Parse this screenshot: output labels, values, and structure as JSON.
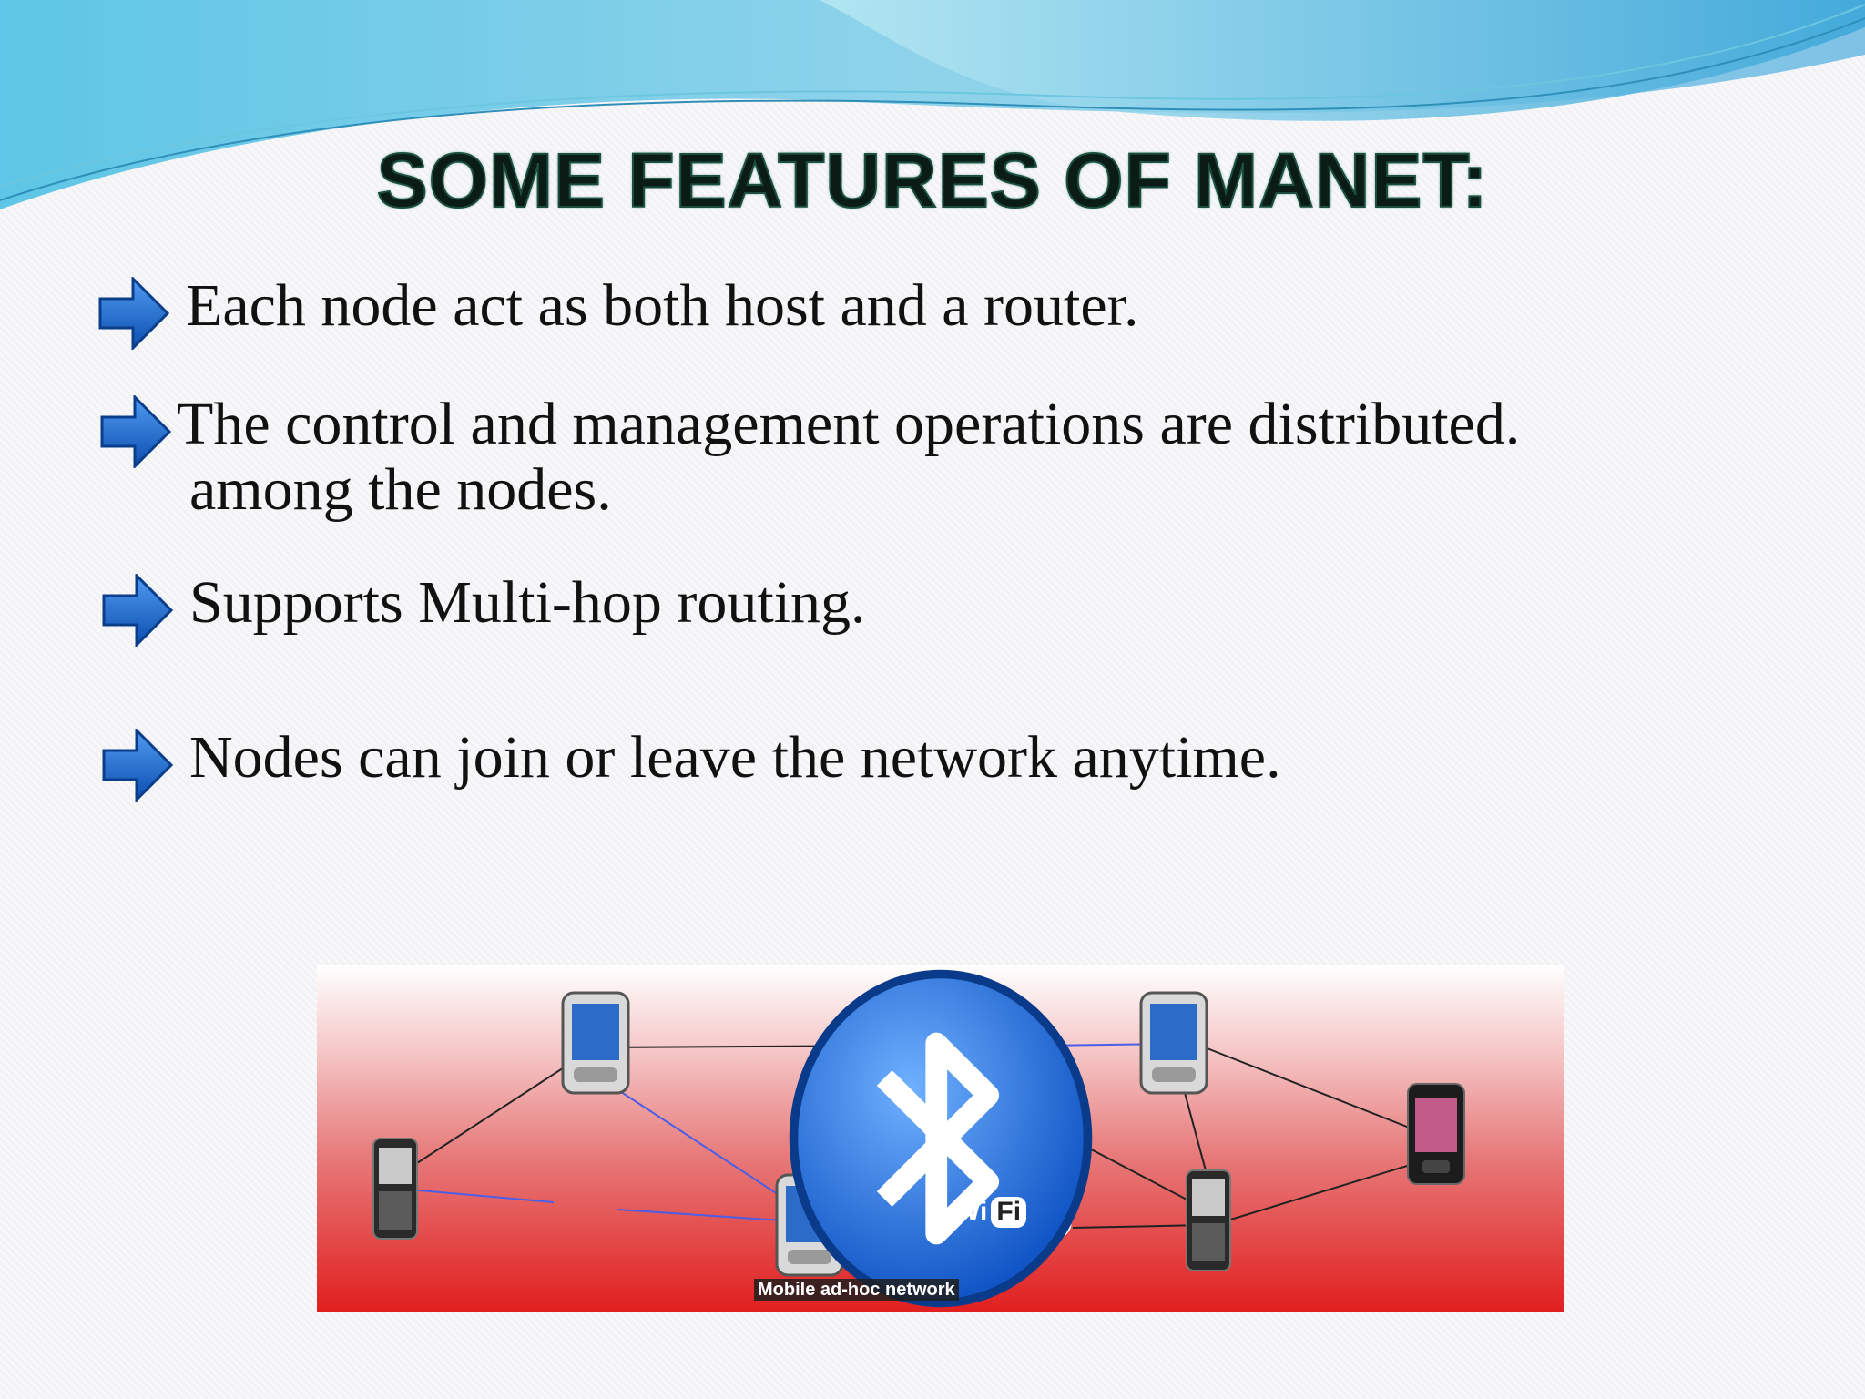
{
  "slide": {
    "title": "SOME FEATURES OF MANET:",
    "bullets": [
      {
        "icon": "arrow-right-icon",
        "line1": "Each node act as both host and a router.",
        "line2": ""
      },
      {
        "icon": "arrow-right-icon",
        "line1": "The control and management operations are distributed.",
        "line2": "among the nodes."
      },
      {
        "icon": "arrow-right-icon",
        "line1": "Supports Multi-hop routing.",
        "line2": ""
      },
      {
        "icon": "arrow-right-icon",
        "line1": "Nodes can join or leave the network anytime.",
        "line2": ""
      }
    ],
    "diagram": {
      "caption": "Mobile ad-hoc network",
      "wifi_label_left": "Wi",
      "wifi_label_right": "Fi"
    }
  },
  "colors": {
    "accent_blue": "#1f6fd1",
    "title_outline": "#1b4e3e",
    "diagram_red": "#e11f1f"
  }
}
